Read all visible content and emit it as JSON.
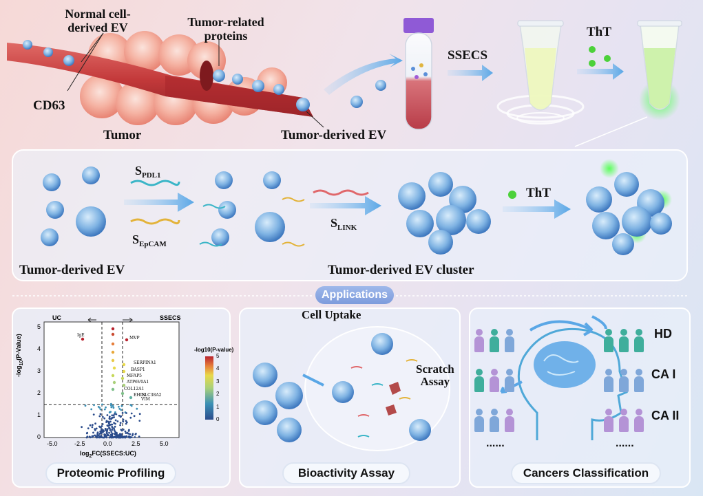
{
  "top": {
    "normal_ev": "Normal cell-derived EV",
    "normal_ev_l1": "Normal cell-",
    "normal_ev_l2": "derived EV",
    "tumor_proteins_l1": "Tumor-related",
    "tumor_proteins_l2": "proteins",
    "cd63": "CD63",
    "tumor": "Tumor",
    "tumor_ev": "Tumor-derived EV",
    "ssecs": "SSECS",
    "tht": "ThT"
  },
  "middle": {
    "s_pdl1_main": "S",
    "s_pdl1_sub": "PDL1",
    "s_epcam_main": "S",
    "s_epcam_sub": "EpCAM",
    "s_link_main": "S",
    "s_link_sub": "LINK",
    "tht": "ThT",
    "tumor_ev": "Tumor-derived EV",
    "cluster": "Tumor-derived EV cluster"
  },
  "applications_label": "Applications",
  "volcano": {
    "uc": "UC",
    "ssecs": "SSECS",
    "ylabel_pre": "-log",
    "ylabel_sub": "10",
    "ylabel_post": "(P-Value)",
    "xlabel_pre": "log",
    "xlabel_sub": "2",
    "xlabel_post": "FC(SSECS:UC)",
    "colorbar_title": "-log10(P-value)",
    "colorbar_ticks": [
      "0",
      "1",
      "2",
      "3",
      "4",
      "5"
    ],
    "yticks": [
      "0",
      "1",
      "2",
      "3",
      "4",
      "5"
    ],
    "xticks": [
      "-5.0",
      "-2.5",
      "0.0",
      "2.5",
      "5.0"
    ],
    "genes": [
      "IgE",
      "MVP",
      "SERPINA1",
      "BASP1",
      "MFAP5",
      "ATP6V0A1",
      "COL12A1",
      "EHD2",
      "SLC38A2",
      "VIM"
    ],
    "colors": {
      "low": "#2b4c8c",
      "mid": "#e8d94a",
      "high": "#c0392b"
    }
  },
  "panels": {
    "proteomic": "Proteomic Profiling",
    "bioactivity": "Bioactivity Assay",
    "cancers": "Cancers Classification"
  },
  "bio": {
    "cell_uptake": "Cell Uptake",
    "scratch_l1": "Scratch",
    "scratch_l2": "Assay"
  },
  "cancer": {
    "hd": "HD",
    "ca1": "CA I",
    "ca2": "CA II",
    "dots_left": "......",
    "dots_right": "......",
    "colors": {
      "purple": "#b493d6",
      "teal": "#3fae9c",
      "blue": "#7fa7d9"
    }
  }
}
